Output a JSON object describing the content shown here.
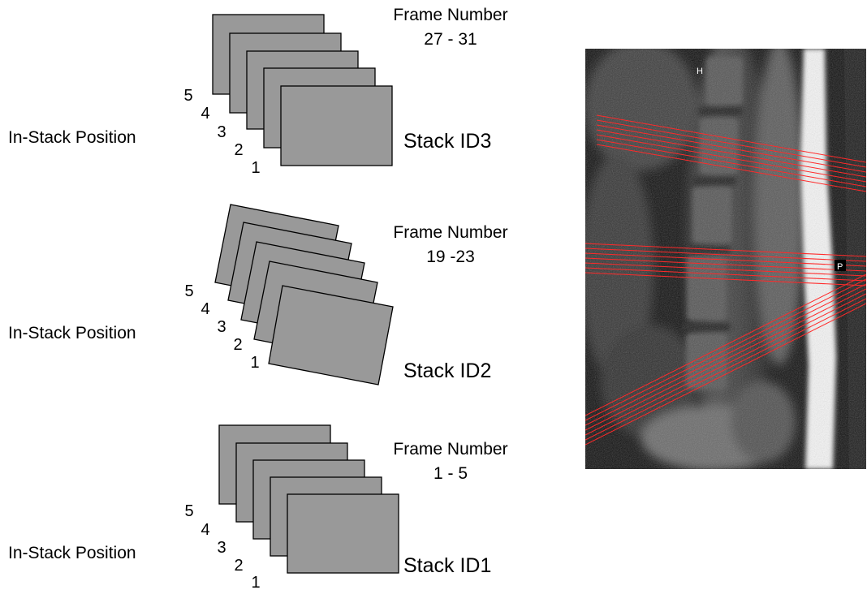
{
  "stacks": [
    {
      "stack_id": "Stack ID3",
      "frame_number_title": "Frame Number",
      "frame_range": "27 - 31",
      "side_label": "In-Stack Position",
      "positions": [
        "5",
        "4",
        "3",
        "2",
        "1"
      ]
    },
    {
      "stack_id": "Stack ID2",
      "frame_number_title": "Frame Number",
      "frame_range": "19 -23",
      "side_label": "In-Stack Position",
      "positions": [
        "5",
        "4",
        "3",
        "2",
        "1"
      ]
    },
    {
      "stack_id": "Stack ID1",
      "frame_number_title": "Frame Number",
      "frame_range": "1 - 5",
      "side_label": "In-Stack Position",
      "positions": [
        "5",
        "4",
        "3",
        "2",
        "1"
      ]
    }
  ],
  "mri": {
    "orientation_top": "H",
    "orientation_right": "P",
    "slice_line_color": "#ff2a2a"
  }
}
